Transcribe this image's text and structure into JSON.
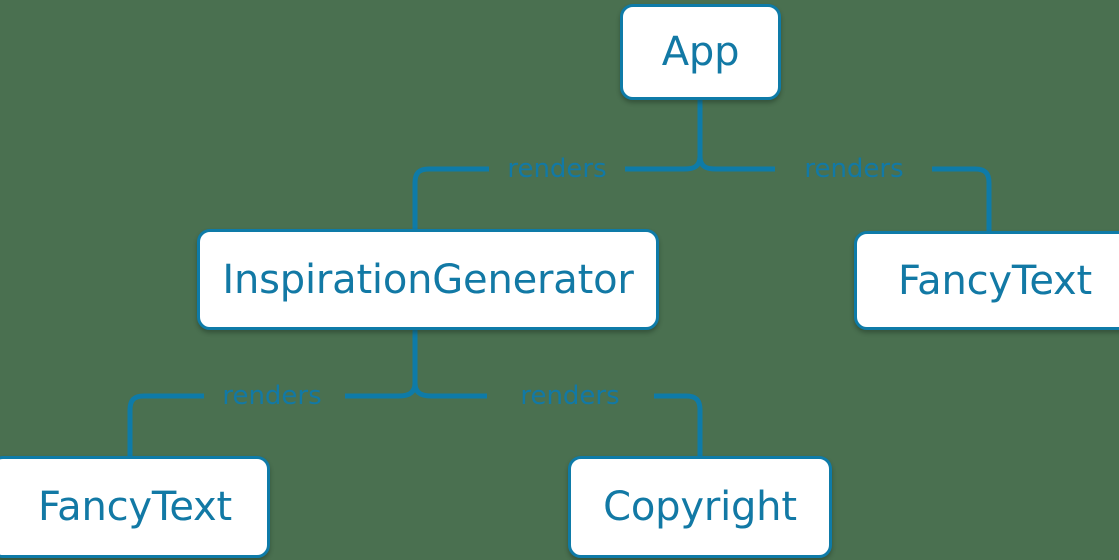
{
  "diagram": {
    "type": "component-tree",
    "background_color": "#4a7050",
    "accent_color": "#0e7ba8",
    "text_color": "#1279a5",
    "box_fill": "#ffffff",
    "nodes": [
      {
        "id": "app",
        "label": "App"
      },
      {
        "id": "inspirationgenerator",
        "label": "InspirationGenerator"
      },
      {
        "id": "fancytext-right",
        "label": "FancyText"
      },
      {
        "id": "fancytext-bottom",
        "label": "FancyText"
      },
      {
        "id": "copyright",
        "label": "Copyright"
      }
    ],
    "edges": [
      {
        "from": "app",
        "to": "inspirationgenerator",
        "label": "renders"
      },
      {
        "from": "app",
        "to": "fancytext-right",
        "label": "renders"
      },
      {
        "from": "inspirationgenerator",
        "to": "fancytext-bottom",
        "label": "renders"
      },
      {
        "from": "inspirationgenerator",
        "to": "copyright",
        "label": "renders"
      }
    ]
  }
}
